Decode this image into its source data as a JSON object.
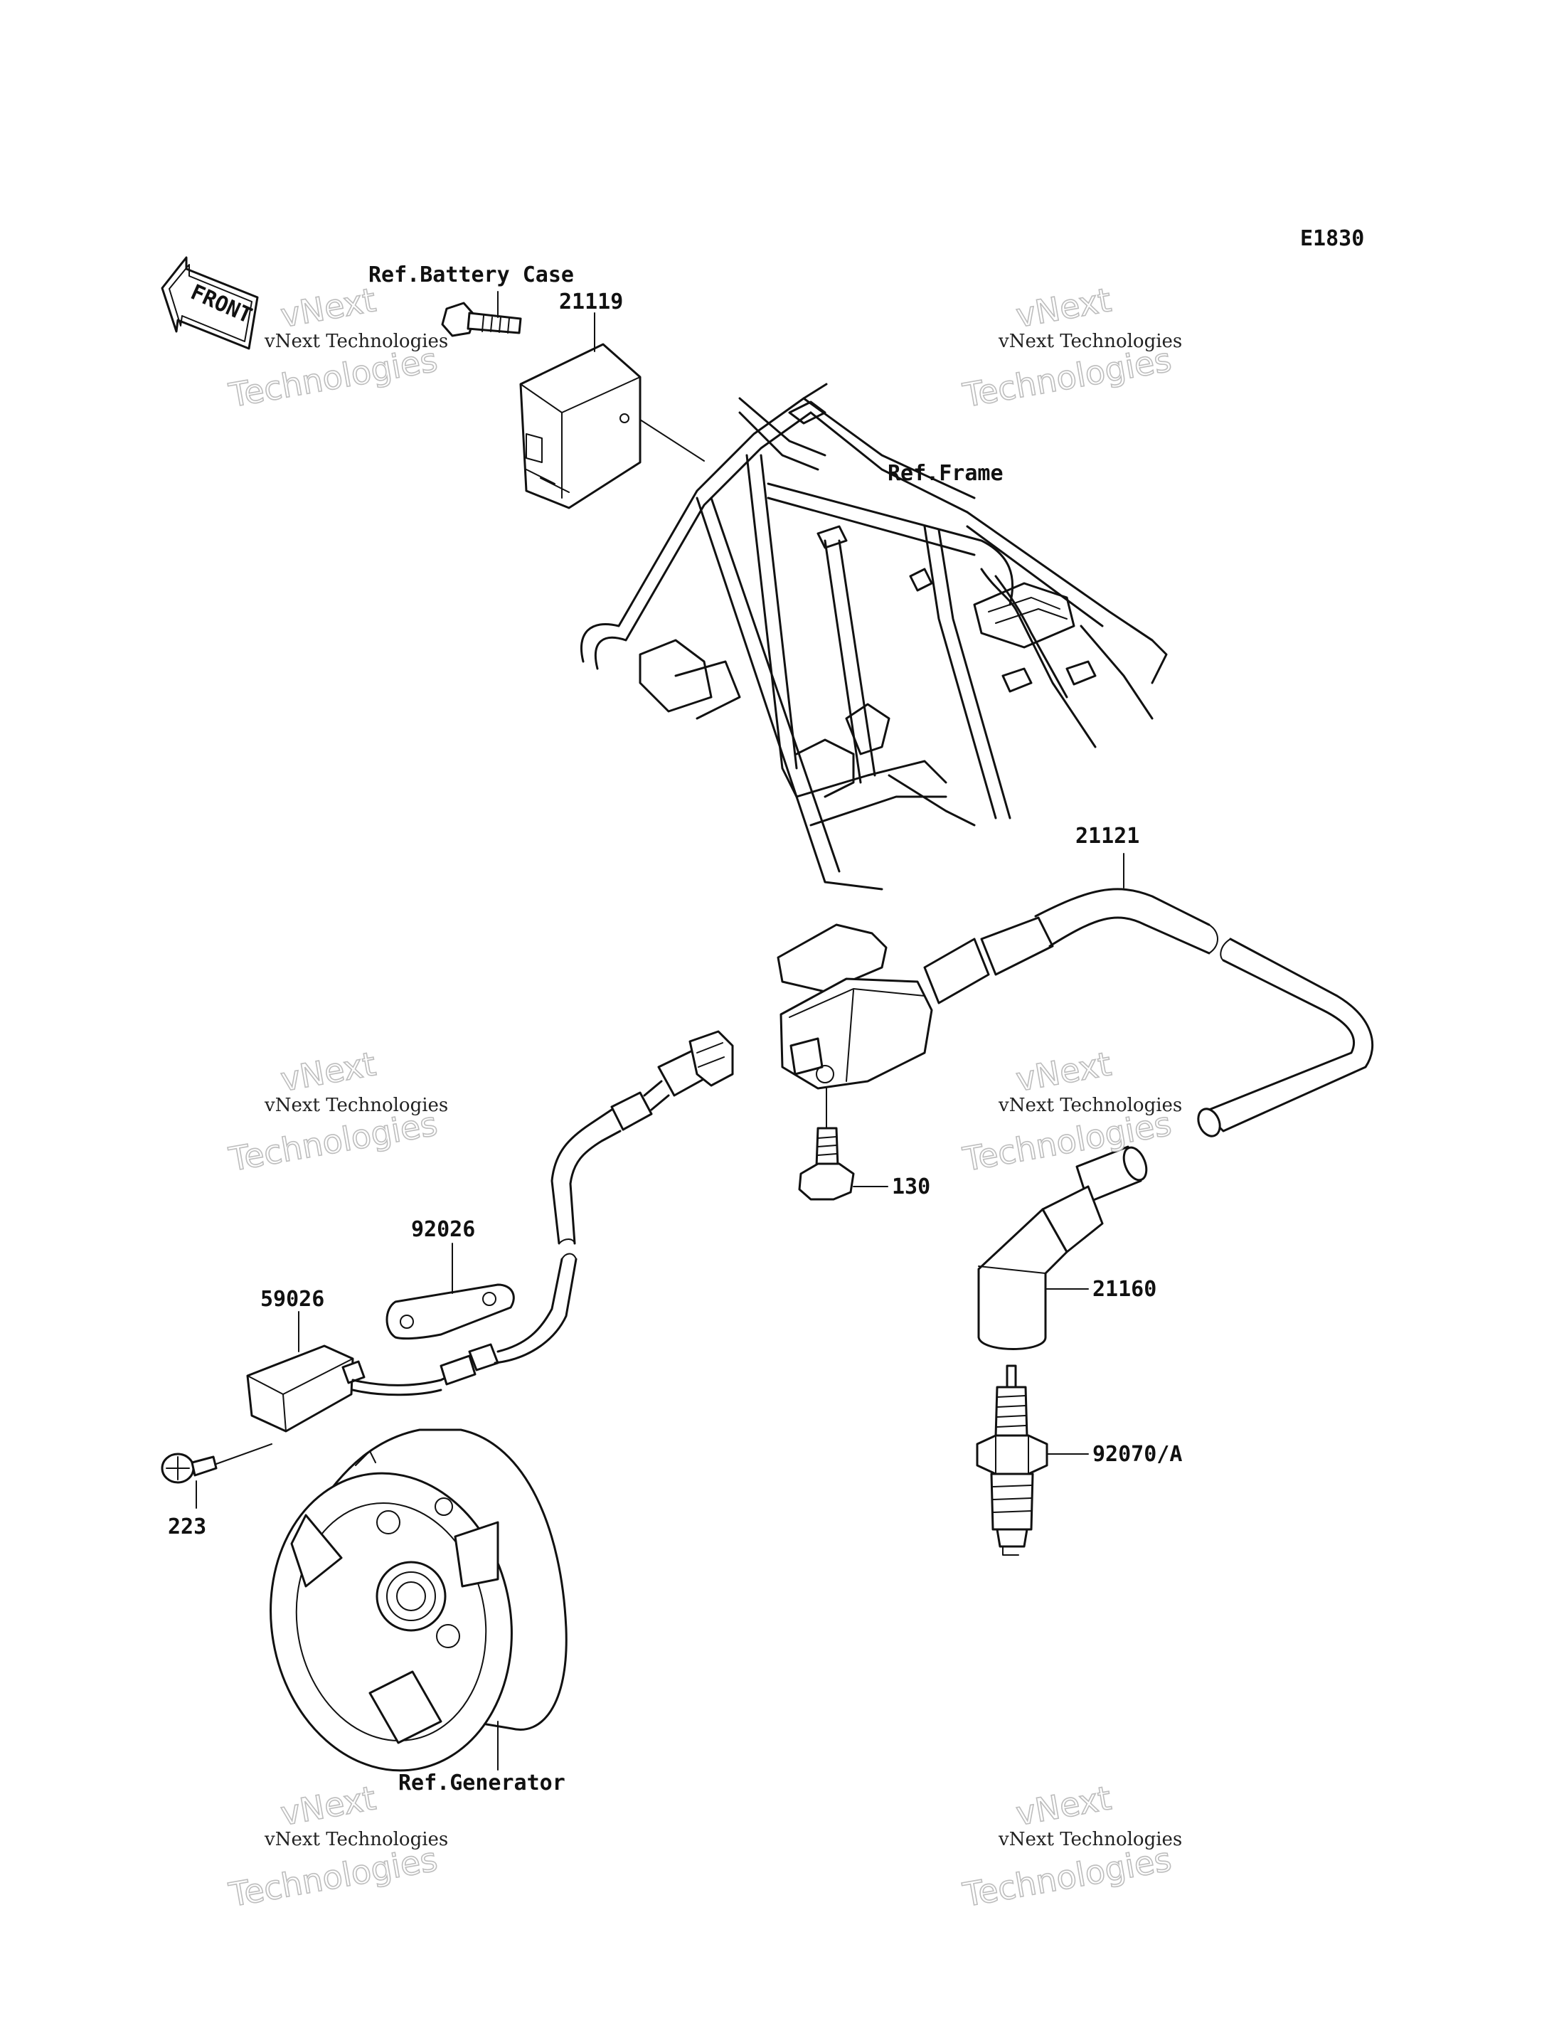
{
  "diagram_code": "E1830",
  "direction_label": "FRONT",
  "watermark": {
    "line1": "vNext Technologies",
    "line2": "vNext",
    "line3": "Technologies"
  },
  "labels": {
    "ref_battery_case": "Ref.Battery Case",
    "part_21119": "21119",
    "ref_frame": "Ref.Frame",
    "part_21121": "21121",
    "part_130": "130",
    "part_21160": "21160",
    "part_92026": "92026",
    "part_59026": "59026",
    "part_223": "223",
    "part_92070a": "92070/A",
    "ref_generator": "Ref.Generator"
  }
}
